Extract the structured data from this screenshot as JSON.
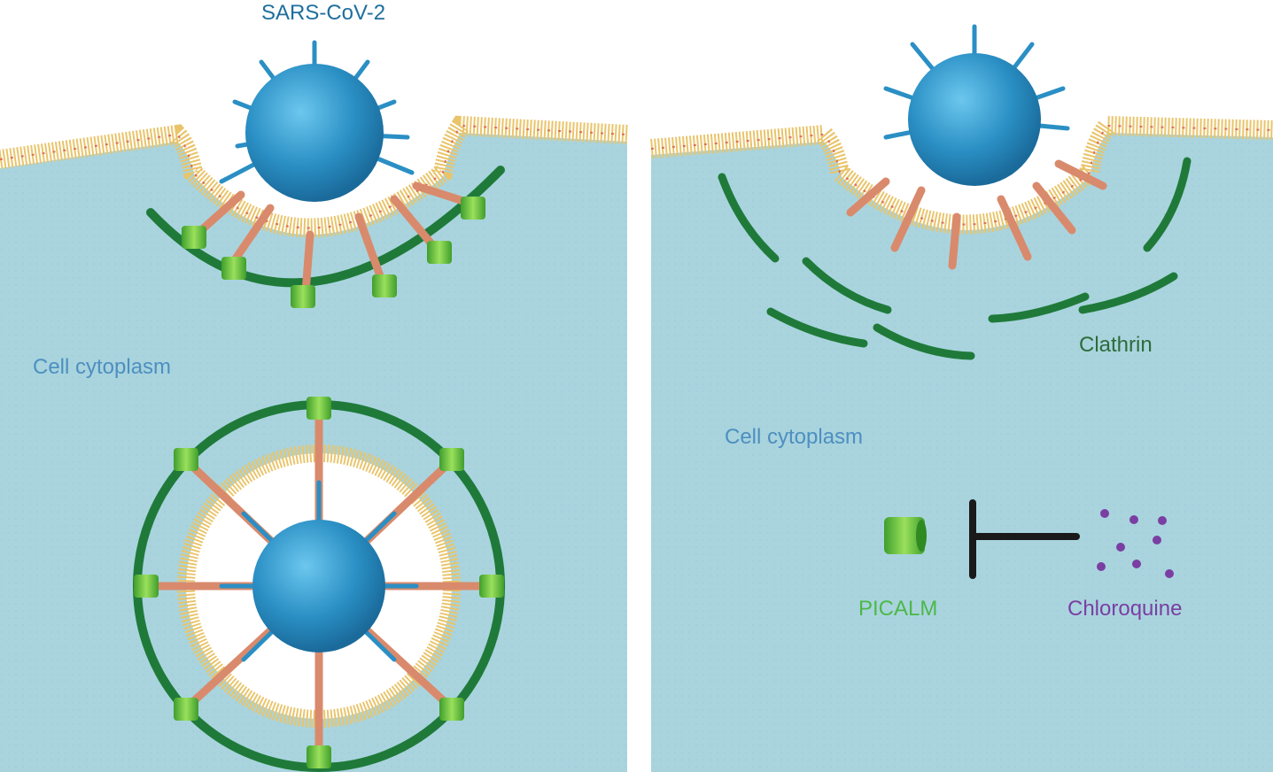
{
  "labels": {
    "virus": "SARS-CoV-2",
    "cytoplasm_left": "Cell cytoplasm",
    "cytoplasm_right": "Cell cytoplasm",
    "clathrin": "Clathrin",
    "picalm": "PICALM",
    "chloroquine": "Chloroquine"
  },
  "colors": {
    "cytoplasm": "#a9d4de",
    "virus": "#2a8fc4",
    "virus_label": "#1f6f9c",
    "cytoplasm_label": "#4d8fc0",
    "clathrin": "#1f7a3a",
    "clathrin_label": "#2e6b38",
    "picalm": "#5cbf3a",
    "picalm_label": "#4cb848",
    "chloroquine": "#7a3fa3",
    "receptor": "#d98a6c",
    "membrane": "#e9c46a"
  },
  "icons": [
    "virus-icon",
    "receptor-icon",
    "clathrin-icon",
    "picalm-icon",
    "chloroquine-icon",
    "inhibition-icon",
    "membrane-icon"
  ]
}
